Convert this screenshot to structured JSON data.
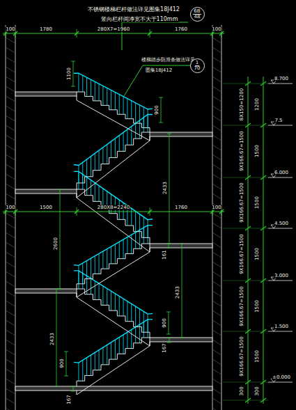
{
  "diagram": {
    "nodes": [
      {
        "text": [
          "6B",
          "48"
        ]
      },
      {
        "text": [
          "1",
          "70"
        ]
      }
    ],
    "labels": [
      "不锈钢楼梯栏杆做法详见图集18J412",
      "竖向栏杆间净宽不大于110mm",
      "100",
      "1780",
      "280X7=1960",
      "1760",
      "100",
      "楼梯踏步防滑条做法详见",
      "图集18J412",
      "1100",
      "900",
      "2433",
      "100",
      "1500",
      "280X8=2240",
      "1760",
      "100",
      "2600",
      "161",
      "2433",
      "900",
      "167",
      "2433",
      "900",
      "167",
      "8.700",
      "7.5",
      "6.000",
      "4.500",
      "3.000",
      "1.500",
      "±0.000",
      "1200",
      "8X150=1200",
      "1500",
      "9X166.67=1500",
      "1500",
      "9X166.67=1500",
      "1500",
      "9X166.67=1500",
      "1500",
      "9X166.67=1500",
      "1500",
      "9X166.67=1500",
      "300",
      "300"
    ]
  }
}
